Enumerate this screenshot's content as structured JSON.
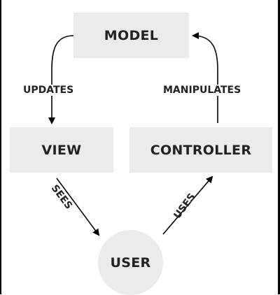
{
  "nodes": {
    "model": "MODEL",
    "view": "VIEW",
    "controller": "CONTROLLER",
    "user": "USER"
  },
  "edges": {
    "model_to_view": "UPDATES",
    "controller_to_model": "MANIPULATES",
    "view_to_user": "SEES",
    "user_to_controller": "USES"
  },
  "colors": {
    "node_fill": "#ebebeb",
    "text": "#222222",
    "line": "#000000"
  }
}
